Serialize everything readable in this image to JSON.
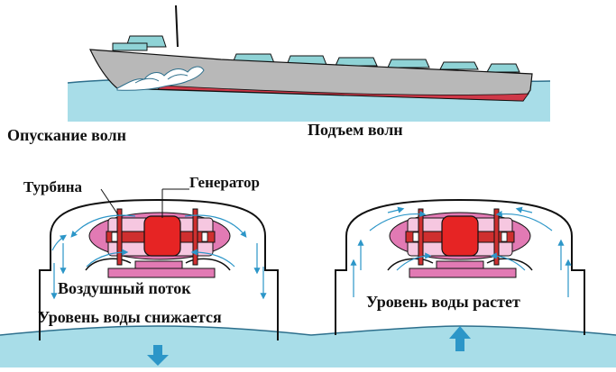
{
  "labels": {
    "waves_down": "Опускание волн",
    "waves_up": "Подъем волн",
    "turbine": "Турбина",
    "generator": "Генератор",
    "airflow": "Воздушный поток",
    "water_level_drops": "Уровень воды снижается",
    "water_level_rises": "Уровень воды растет"
  },
  "colors": {
    "water": "#a8dde8",
    "water_line": "#2d6f8c",
    "ship_hull": "#b8b8b8",
    "ship_bottom": "#cf3848",
    "superstructure": "#8fd3d6",
    "chamber_pink": "#e27ab4",
    "generator_red": "#e62424",
    "airflow_arrow": "#2c96c8",
    "outline": "#111111"
  },
  "arrows": {
    "left_water": "down",
    "right_water": "up"
  }
}
